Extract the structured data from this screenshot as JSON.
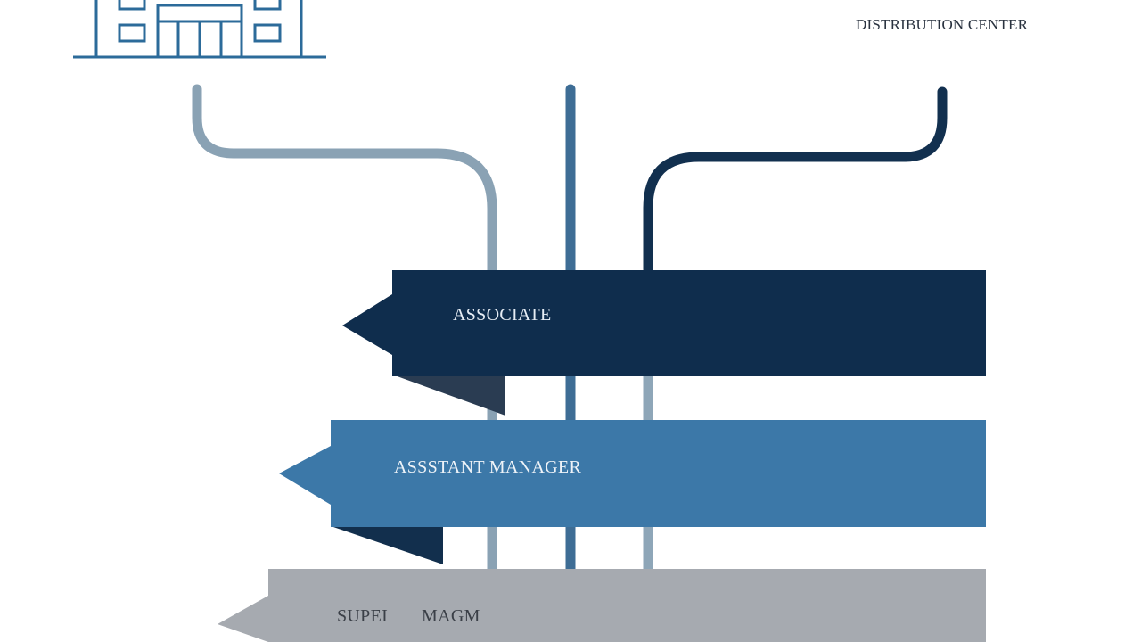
{
  "header": {
    "title": "DISTRIBUTION CENTER"
  },
  "icons": {
    "building": "building-icon"
  },
  "tiers": [
    {
      "label": "ASSOCIATE",
      "color": "#0f2d4d"
    },
    {
      "label": "ASSSTANT MANAGER",
      "color": "#3c78a8"
    },
    {
      "label_parts": [
        "SUPEI",
        "MAGM"
      ],
      "color": "#a6aab0"
    }
  ],
  "connectors": {
    "colors": {
      "left": "#7e98ab",
      "center": "#3b6a92",
      "right": "#12304f"
    }
  }
}
